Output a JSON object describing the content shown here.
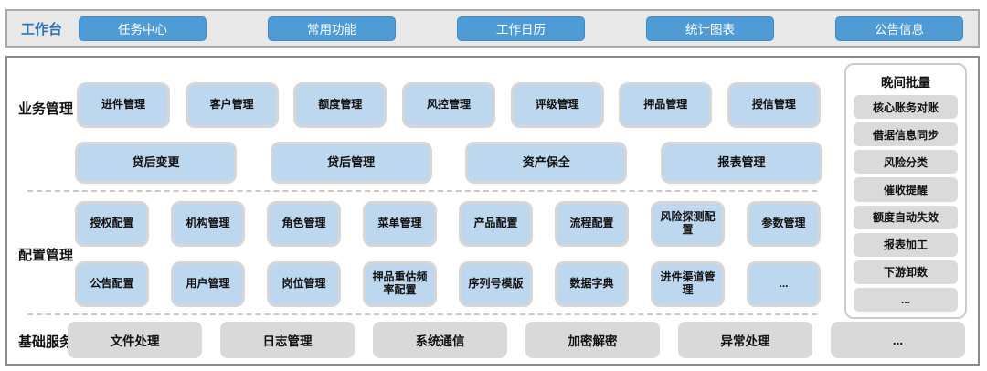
{
  "colors": {
    "nav_button_blue": "#4e9bd5",
    "module_box_blue": "#bdd7ee",
    "box_border_gray": "#d6d6d6",
    "service_box_gray": "#d9d9d9",
    "topbar_bg": "#e8e8e8",
    "topbar_label_blue": "#2e75b6"
  },
  "topbar": {
    "label": "工作台",
    "buttons": [
      "任务中心",
      "常用功能",
      "工作日历",
      "统计图表",
      "公告信息"
    ]
  },
  "sections": {
    "business": {
      "label": "业务管理",
      "row1": [
        "进件管理",
        "客户管理",
        "额度管理",
        "风控管理",
        "评级管理",
        "押品管理",
        "授信管理"
      ],
      "row2": [
        "贷后变更",
        "贷后管理",
        "资产保全",
        "报表管理"
      ]
    },
    "config": {
      "label": "配置管理",
      "row1": [
        "授权配置",
        "机构管理",
        "角色管理",
        "菜单管理",
        "产品配置",
        "流程配置",
        "风险探测配置",
        "参数管理"
      ],
      "row2": [
        "公告配置",
        "用户管理",
        "岗位管理",
        "押品重估频率配置",
        "序列号模版",
        "数据字典",
        "进件渠道管理",
        "..."
      ]
    },
    "base": {
      "label": "基础服务",
      "items": [
        "文件处理",
        "日志管理",
        "系统通信",
        "加密解密",
        "异常处理",
        "..."
      ]
    },
    "night_batch": {
      "title": "晚间批量",
      "items": [
        "核心账务对账",
        "借据信息同步",
        "风险分类",
        "催收提醒",
        "额度自动失效",
        "报表加工",
        "下游卸数",
        "..."
      ]
    }
  }
}
